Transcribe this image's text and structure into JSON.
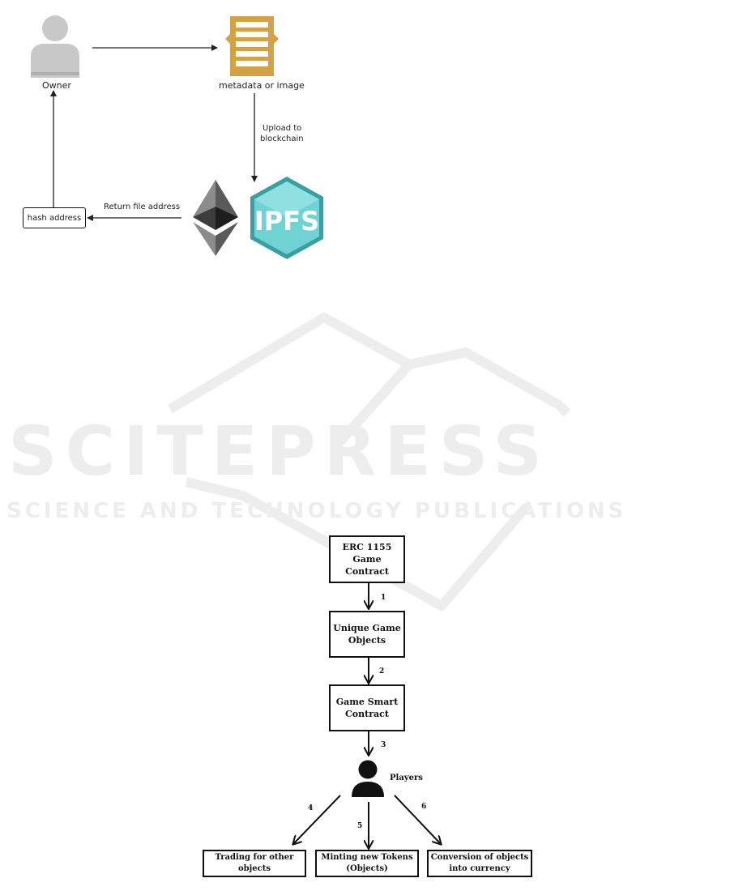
{
  "top_diagram": {
    "owner_label": "Owner",
    "metadata_label": "metadata or image",
    "upload_label_line1": "Upload to",
    "upload_label_line2": "blockchain",
    "return_label": "Return file address",
    "hash_box_label": "hash address",
    "ipfs_logo_text": "IPFS"
  },
  "watermark": {
    "line1": "SCITEPRESS",
    "line2": "SCIENCE AND TECHNOLOGY PUBLICATIONS"
  },
  "bottom_diagram": {
    "box_erc_line1": "ERC 1155",
    "box_erc_line2": "Game Contract",
    "box_unique_line1": "Unique Game",
    "box_unique_line2": "Objects",
    "box_smart_line1": "Game Smart",
    "box_smart_line2": "Contract",
    "players_label": "Players",
    "step1": "1",
    "step2": "2",
    "step3": "3",
    "step4": "4",
    "step5": "5",
    "step6": "6",
    "box_trading_line1": "Trading for other",
    "box_trading_line2": "objects",
    "box_minting_line1": "Minting new Tokens",
    "box_minting_line2": "(Objects)",
    "box_conversion_line1": "Conversion of  objects",
    "box_conversion_line2": "into currency"
  },
  "colors": {
    "document_icon": "#d4a246",
    "ipfs_cube_light": "#6fd3d3",
    "ipfs_cube_dark": "#3a9fa3",
    "owner_icon": "#c8c8c8",
    "watermark": "#ededed"
  },
  "icons": [
    "owner-person-icon",
    "document-icon",
    "ethereum-icon",
    "ipfs-cube-icon",
    "player-person-icon"
  ]
}
